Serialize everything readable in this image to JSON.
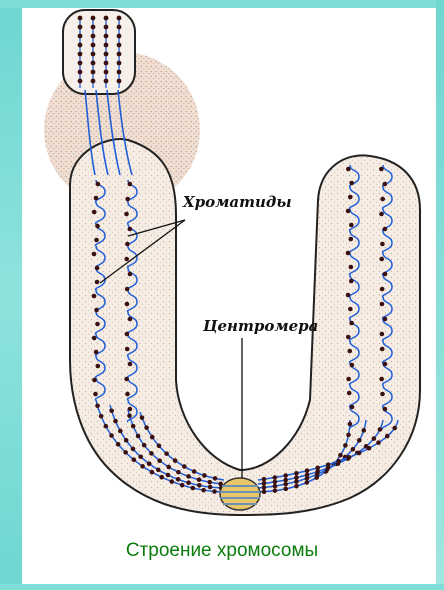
{
  "labels": {
    "chromatids": "Хроматиды",
    "centromere": "Центромера"
  },
  "caption": "Строение хромосомы",
  "colors": {
    "chromatid": "#1f5fd8",
    "bead": "#3a1010",
    "chromosome_body": "#f7f0ea",
    "nucleolus": "#efe2d6",
    "centromere_fill": "#e8c76a",
    "centromere_stripe": "#6f8fb3",
    "caption": "#0c7d0c",
    "frame_edge": "#7fdcd6"
  }
}
